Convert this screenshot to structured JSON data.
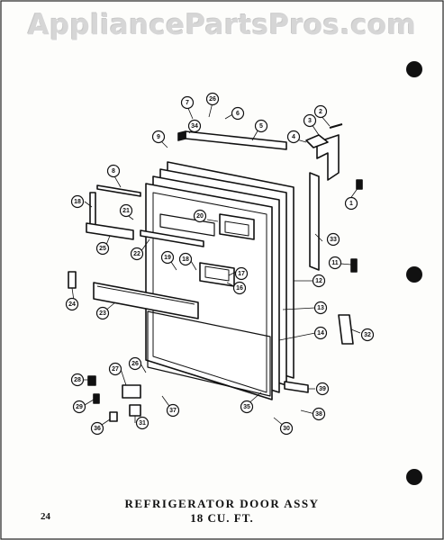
{
  "watermark": "AppliancePartsPros.com",
  "title_line1": "REFRIGERATOR DOOR ASSY",
  "title_line2": "18 CU. FT.",
  "page_number": "24",
  "callouts": [
    "7",
    "26",
    "6",
    "2",
    "3",
    "34",
    "5",
    "4",
    "9",
    "1",
    "8",
    "18",
    "21",
    "20",
    "33",
    "25",
    "22",
    "19",
    "18",
    "17",
    "11",
    "16",
    "12",
    "24",
    "13",
    "23",
    "14",
    "32",
    "28",
    "27",
    "26",
    "39",
    "29",
    "37",
    "35",
    "31",
    "30",
    "38",
    "36"
  ]
}
